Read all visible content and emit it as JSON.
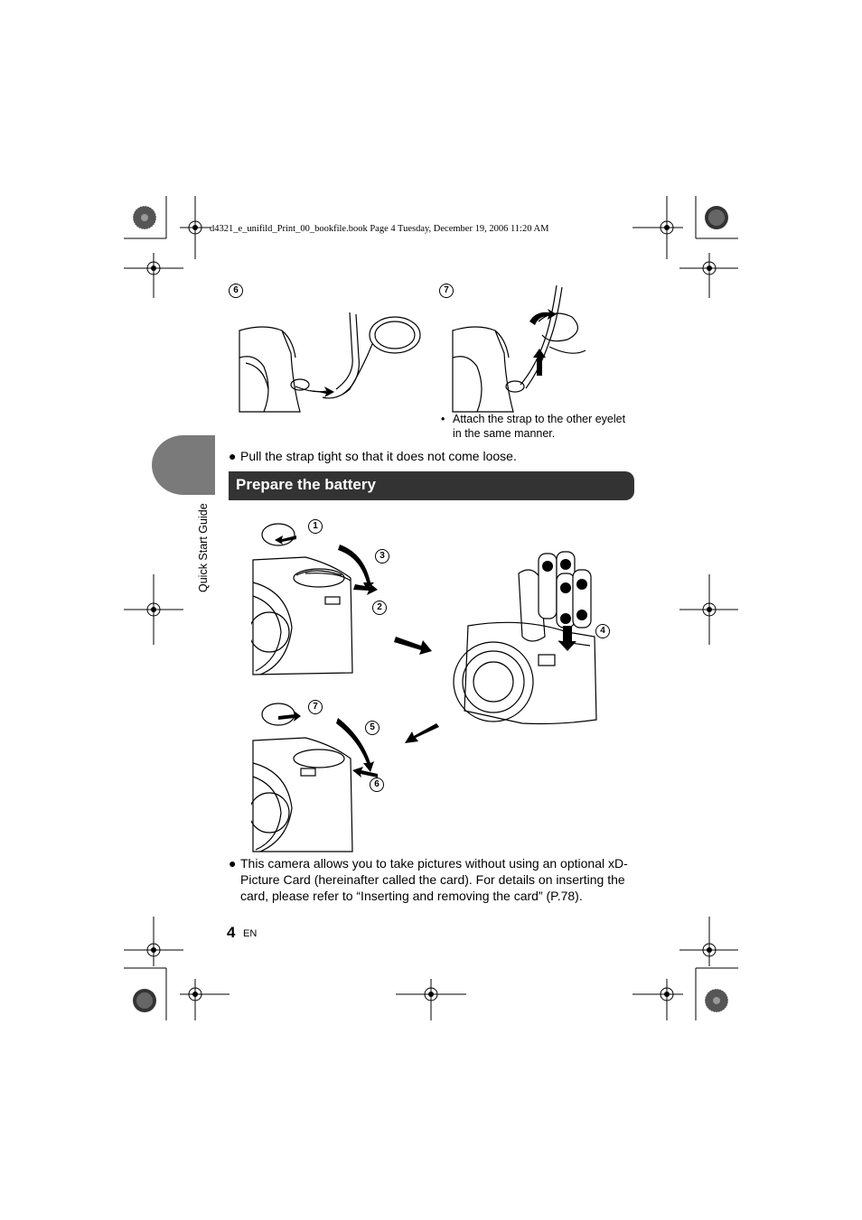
{
  "header": {
    "file_line": "d4321_e_unifild_Print_00_bookfile.book  Page 4  Tuesday, December 19, 2006  11:20 AM"
  },
  "side_tab": {
    "label": "Quick Start Guide"
  },
  "strap_section": {
    "step_6": "6",
    "step_7": "7",
    "caption_bullet": "•",
    "caption_line1": "Attach the strap to the other eyelet",
    "caption_line2": "in the same manner.",
    "bullet_symbol": "●",
    "bullet_text": "Pull the strap tight so that it does not come loose."
  },
  "section_title": "Prepare the battery",
  "battery_steps": {
    "s1": "1",
    "s2": "2",
    "s3": "3",
    "s4": "4",
    "s5": "5",
    "s6": "6",
    "s7": "7"
  },
  "note": {
    "bullet_symbol": "●",
    "line1": "This camera allows you to take pictures without using an optional xD-",
    "line2": "Picture Card (hereinafter called the card). For details on inserting the",
    "line3": "card, please refer to “Inserting and removing the card” (P.78)."
  },
  "footer": {
    "page_number": "4",
    "language": "EN"
  },
  "colors": {
    "banner": "#333333",
    "tab": "#7a7a7a",
    "text": "#000000"
  }
}
